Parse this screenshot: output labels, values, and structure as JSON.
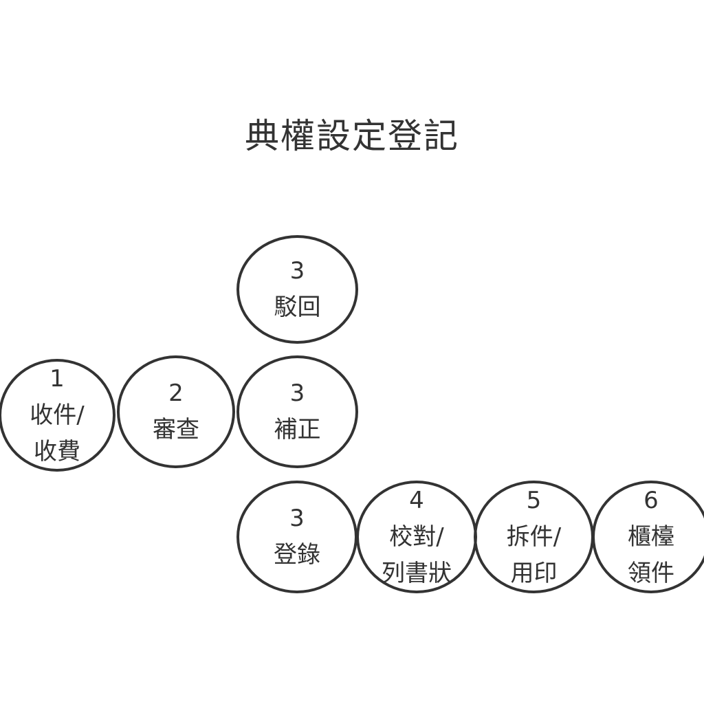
{
  "title": "典權設定登記",
  "nodes": [
    {
      "step": "1",
      "lines": [
        "收件/",
        "收費"
      ]
    },
    {
      "step": "2",
      "lines": [
        "審查"
      ]
    },
    {
      "step": "3",
      "lines": [
        "補正"
      ]
    },
    {
      "step": "3",
      "lines": [
        "駁回"
      ]
    },
    {
      "step": "3",
      "lines": [
        "登錄"
      ]
    },
    {
      "step": "4",
      "lines": [
        "校對/",
        "列書狀"
      ]
    },
    {
      "step": "5",
      "lines": [
        "拆件/",
        "用印"
      ]
    },
    {
      "step": "6",
      "lines": [
        "櫃檯",
        "領件"
      ]
    }
  ]
}
